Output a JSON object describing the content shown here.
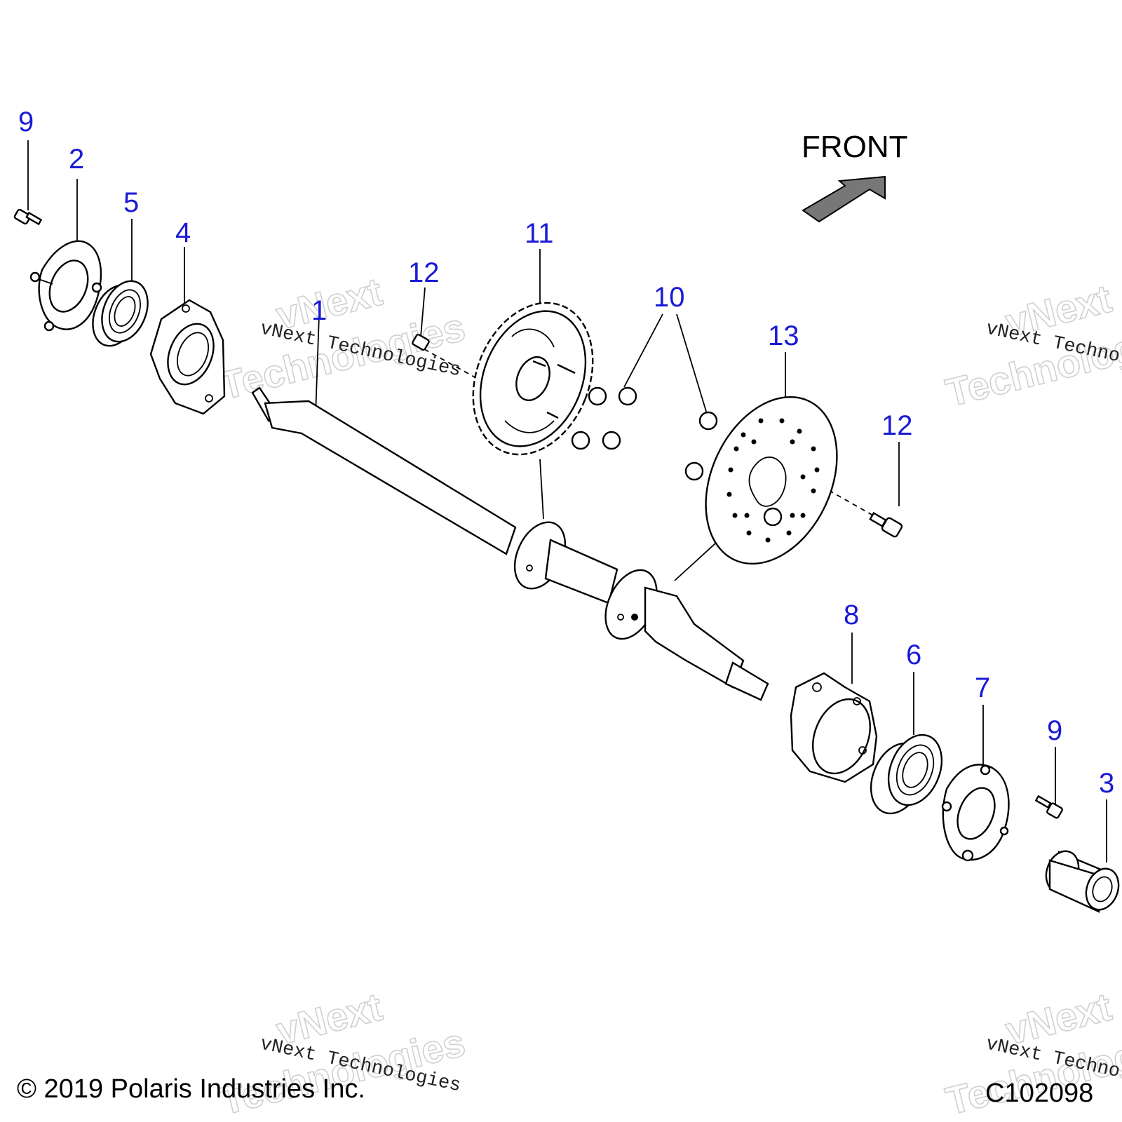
{
  "diagram": {
    "front_label": "FRONT",
    "callouts": {
      "c1": "1",
      "c2": "2",
      "c3": "3",
      "c4": "4",
      "c5": "5",
      "c6": "6",
      "c7": "7",
      "c8": "8",
      "c9a": "9",
      "c9b": "9",
      "c10": "10",
      "c11": "11",
      "c12a": "12",
      "c12b": "12",
      "c13": "13"
    },
    "watermark": {
      "line1": "vNext",
      "line2": "Technologies",
      "small": "vNext Technologies"
    },
    "colors": {
      "callout": "#1a1ad6",
      "line": "#000000",
      "arrow_fill": "#777777"
    }
  },
  "footer": {
    "copyright": "© 2019 Polaris Industries Inc.",
    "code": "C102098"
  }
}
